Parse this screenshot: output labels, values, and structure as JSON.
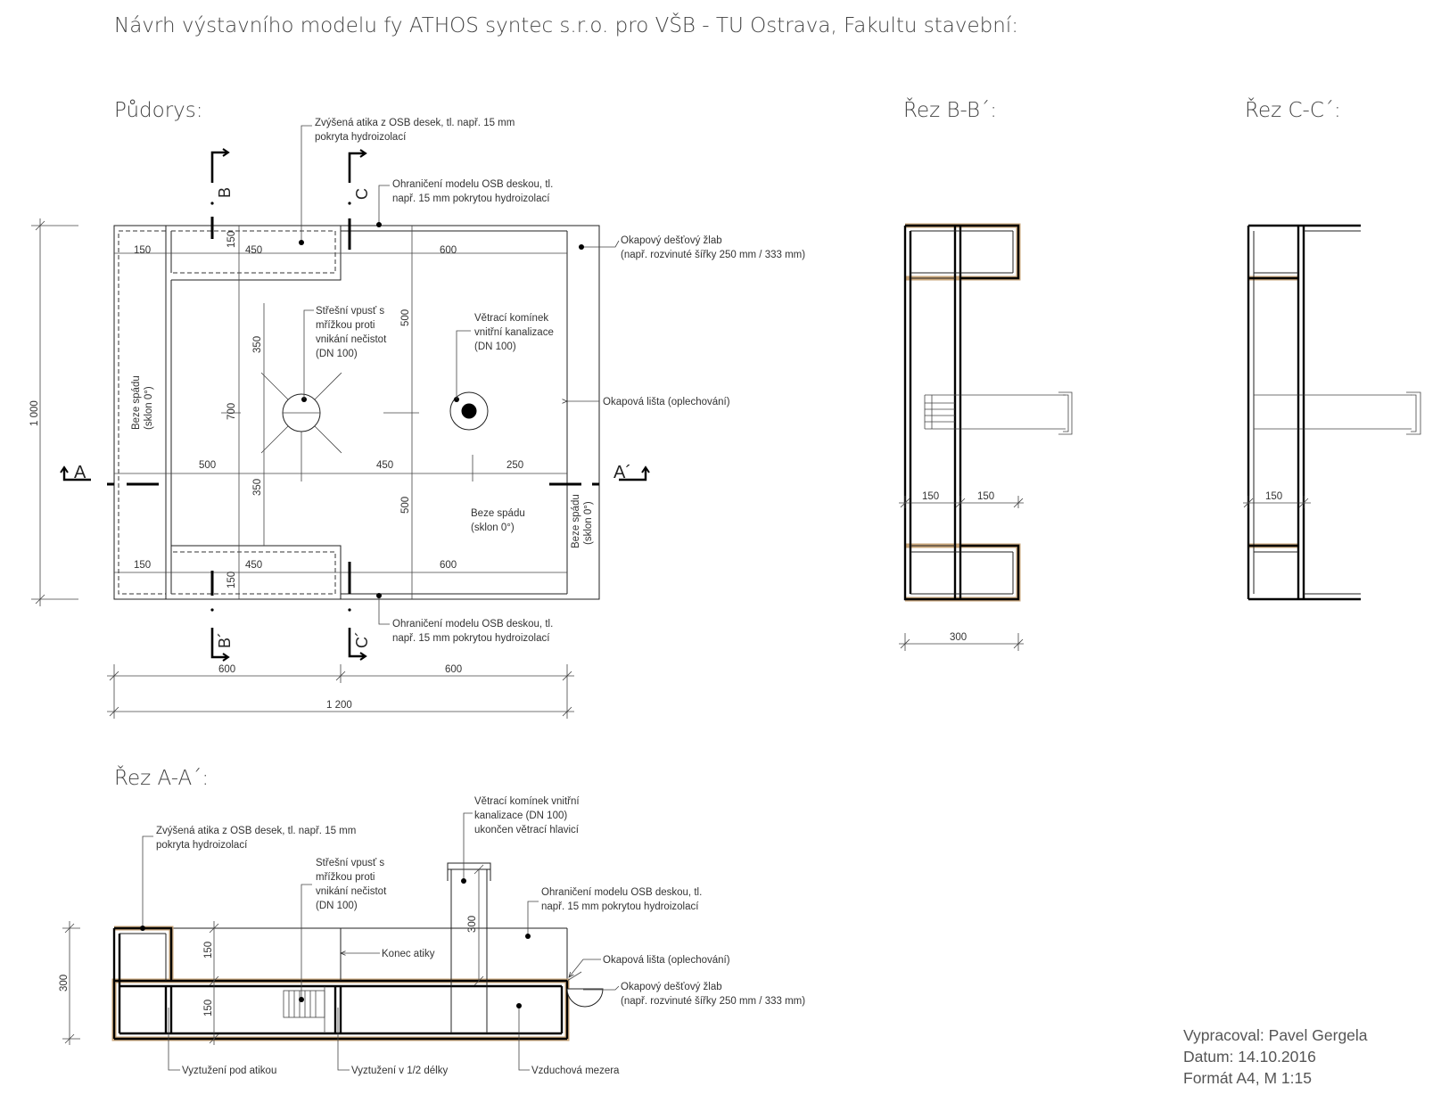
{
  "title": "Návrh výstavního modelu fy ATHOS syntec s.r.o. pro VŠB - TU Ostrava, Fakultu stavební:",
  "views": {
    "plan": "Půdorys:",
    "section_bb": "Řez B-B´:",
    "section_cc": "Řez C-C´:",
    "section_aa": "Řez A-A´:"
  },
  "section_markers": {
    "a": "A",
    "a2": "A´",
    "b": "B",
    "b2": "B´",
    "c": "C",
    "c2": "C´"
  },
  "plan_notes": {
    "atika_1": "Zvýšená atika z OSB desek, tl. např. 15 mm",
    "atika_2": "pokryta hydroizolací",
    "ohran_top_1": "Ohraničení modelu OSB deskou, tl.",
    "ohran_top_2": "např. 15 mm pokrytou hydroizolací",
    "zlab_1": "Okapový dešťový žlab",
    "zlab_2": "(např. rozvinuté šířky 250 mm / 333 mm)",
    "vpust_1": "Střešní vpusť s",
    "vpust_2": "mřížkou proti",
    "vpust_3": "vnikání nečistot",
    "vpust_4": "(DN 100)",
    "komin_1": "Větrací komínek",
    "komin_2": "vnitřní kanalizace",
    "komin_3": "(DN 100)",
    "lista": "Okapová lišta (oplechování)",
    "beze_1": "Beze spádu",
    "beze_2": "(sklon 0°)",
    "ohran_bot_1": "Ohraničení modelu OSB deskou, tl.",
    "ohran_bot_2": "např. 15 mm pokrytou hydroizolací"
  },
  "plan_dims": {
    "d150a": "150",
    "d450a": "450",
    "d600a": "600",
    "d150v1": "150",
    "d500v1": "500",
    "d350v1": "350",
    "d700": "700",
    "d350v2": "350",
    "d500v2": "500",
    "d150v2": "150",
    "d500h": "500",
    "d450h": "450",
    "d250h": "250",
    "d150b": "150",
    "d450b": "450",
    "d600b": "600",
    "d1000": "1 000",
    "d600c": "600",
    "d600d": "600",
    "d1200": "1 200"
  },
  "section_dims": {
    "bb_150a": "150",
    "bb_150b": "150",
    "bb_300": "300",
    "cc_150": "150",
    "aa_300": "300",
    "aa_150a": "150",
    "aa_150b": "150",
    "aa_300k": "300"
  },
  "aa_notes": {
    "atika_1": "Zvýšená atika z OSB desek, tl. např. 15 mm",
    "atika_2": "pokryta hydroizolací",
    "komin_1": "Větrací komínek vnitřní",
    "komin_2": "kanalizace (DN 100)",
    "komin_3": "ukončen větrací hlavicí",
    "vpust_1": "Střešní vpusť s",
    "vpust_2": "mřížkou proti",
    "vpust_3": "vnikání nečistot",
    "vpust_4": "(DN 100)",
    "ohran_1": "Ohraničení modelu OSB deskou, tl.",
    "ohran_2": "např. 15 mm pokrytou hydroizolací",
    "konec": "Konec atiky",
    "lista": "Okapová lišta (oplechování)",
    "zlab_1": "Okapový dešťový žlab",
    "zlab_2": "(např. rozvinuté šířky 250 mm / 333 mm)",
    "vyzt_atika": "Vyztužení pod atikou",
    "vyzt_pul": "Vyztužení v 1/2 délky",
    "mezera": "Vzduchová mezera"
  },
  "footer": {
    "author": "Vypracoval: Pavel Gergela",
    "date": "Datum: 14.10.2016",
    "format": "Formát A4, M 1:15"
  }
}
